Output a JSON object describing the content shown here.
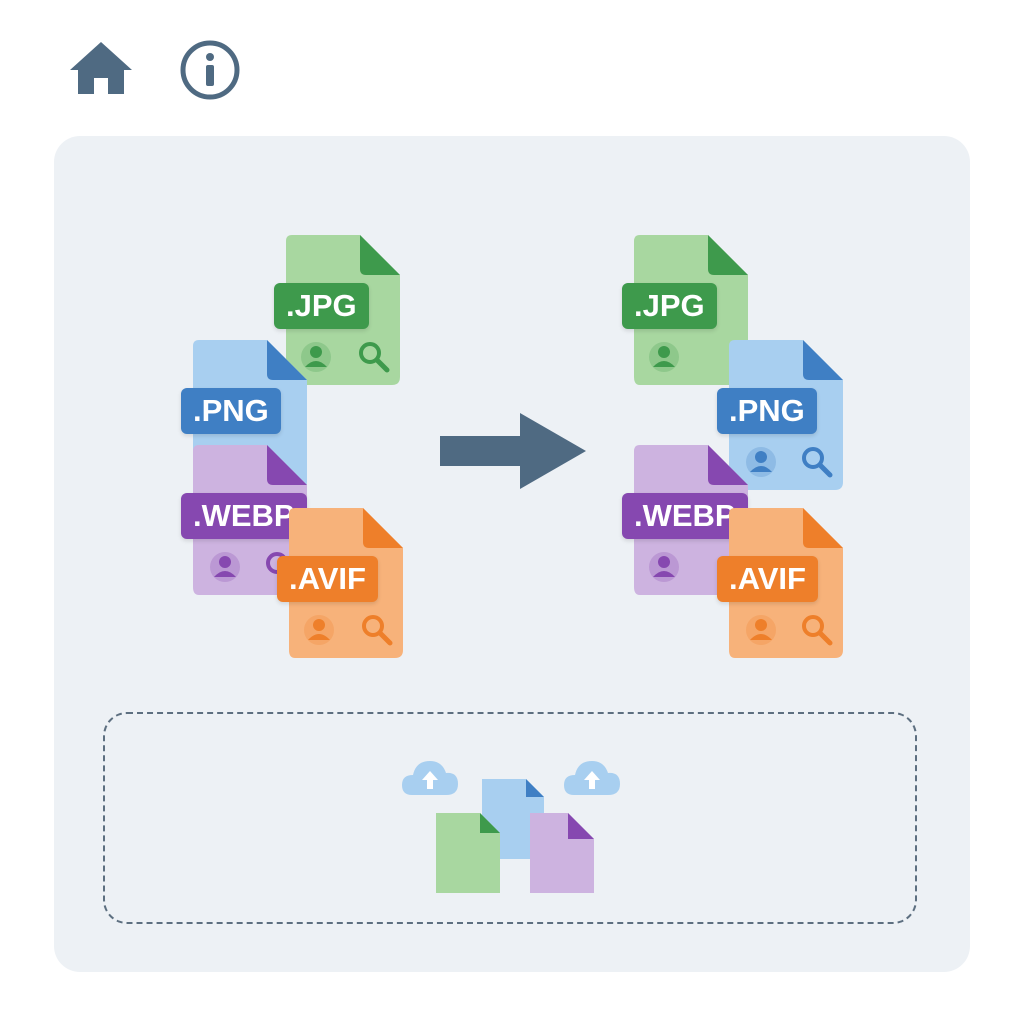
{
  "toolbar": {
    "home_icon": "home-icon",
    "info_icon": "info-icon",
    "icon_color": "#4f6a82"
  },
  "conversion": {
    "source_files": [
      {
        "label": ".JPG",
        "icon": "image-file-icon",
        "color": "#a8d7a0",
        "tag_color": "#3e9a4c"
      },
      {
        "label": ".PNG",
        "icon": "image-file-icon",
        "color": "#a8cff0",
        "tag_color": "#3f7fc4"
      },
      {
        "label": ".WEBP",
        "icon": "image-file-icon",
        "color": "#cdb3e0",
        "tag_color": "#8648b0"
      },
      {
        "label": ".AVIF",
        "icon": "image-file-icon",
        "color": "#f7b27a",
        "tag_color": "#ee7f2a"
      }
    ],
    "arrow_icon": "arrow-right-icon",
    "target_files": [
      {
        "label": ".JPG",
        "icon": "image-file-icon"
      },
      {
        "label": ".PNG",
        "icon": "image-file-icon"
      },
      {
        "label": ".WEBP",
        "icon": "image-file-icon"
      },
      {
        "label": ".AVIF",
        "icon": "image-file-icon"
      }
    ]
  },
  "dropzone": {
    "icon": "upload-files-icon",
    "cloud_icon": "cloud-upload-icon"
  }
}
